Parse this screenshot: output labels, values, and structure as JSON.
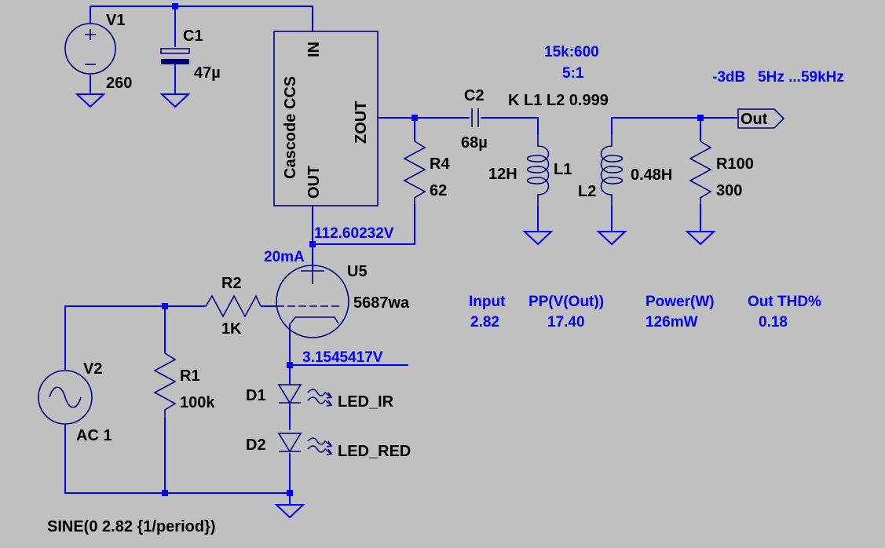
{
  "colors": {
    "background": "#c0c0c0",
    "wire": "#0000ff",
    "component": "#000080",
    "label": "#000000",
    "directive": "#0000ff"
  },
  "components": {
    "V1": {
      "name": "V1",
      "value": "260"
    },
    "C1": {
      "name": "C1",
      "value": "47µ"
    },
    "CCS": {
      "title": "Cascode CCS",
      "pin_in": "IN",
      "pin_zout": "ZOUT",
      "pin_out": "OUT"
    },
    "C2": {
      "name": "C2",
      "value": "68µ"
    },
    "R4": {
      "name": "R4",
      "value": "62"
    },
    "L1": {
      "name": "L1",
      "value": "12H"
    },
    "L2": {
      "name": "L2",
      "value": "0.48H"
    },
    "R100": {
      "name": "R100",
      "value": "300"
    },
    "out_port": {
      "label": "Out"
    },
    "U5": {
      "name": "U5",
      "value": "5687wa"
    },
    "R2": {
      "name": "R2",
      "value": "1K"
    },
    "R1": {
      "name": "R1",
      "value": "100k"
    },
    "V2": {
      "name": "V2",
      "value": "AC 1"
    },
    "D1": {
      "name": "D1",
      "value": "LED_IR"
    },
    "D2": {
      "name": "D2",
      "value": "LED_RED"
    }
  },
  "directives": {
    "transformer_ratio": "15k:600",
    "turns_ratio": "5:1",
    "coupling": "K L1 L2  0.999",
    "bandwidth": "-3dB   5Hz ...59kHz",
    "plate_voltage": "112.60232V",
    "plate_current": "20mA",
    "cathode_voltage": "3.1545417V",
    "source_function": "SINE(0 2.82 {1/period})"
  },
  "measurements": {
    "headers": [
      "Input",
      "PP(V(Out))",
      "Power(W)",
      "Out THD%"
    ],
    "values": [
      "2.82",
      "17.40",
      "126mW",
      "0.18"
    ]
  }
}
